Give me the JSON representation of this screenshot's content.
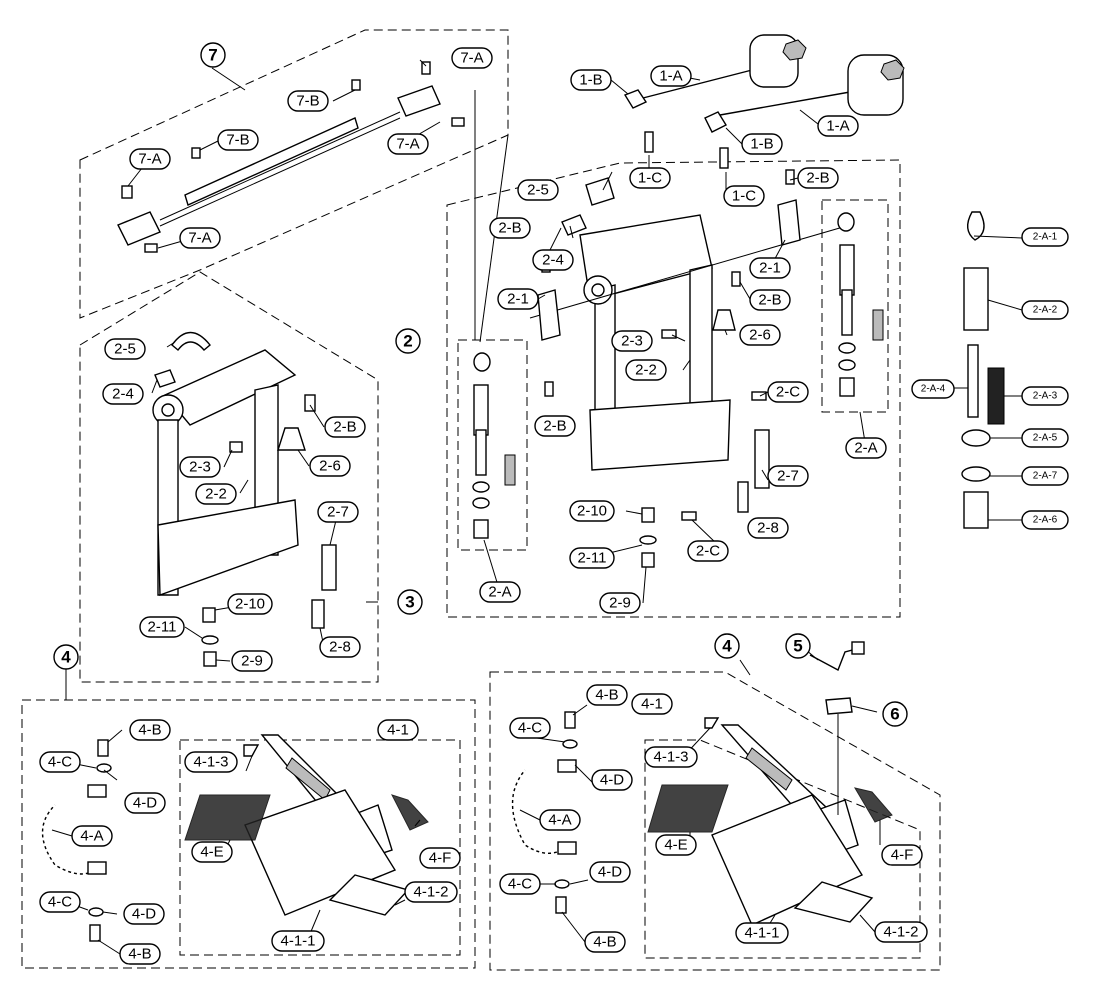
{
  "callouts": {
    "c_1A_top": "1-A",
    "c_1A_bottom": "1-A",
    "c_1B_left": "1-B",
    "c_1B_right": "1-B",
    "c_1C_left": "1-C",
    "c_1C_right": "1-C",
    "c_7": "7",
    "c_7A_1": "7-A",
    "c_7A_2": "7-A",
    "c_7A_3": "7-A",
    "c_7A_4": "7-A",
    "c_7B_1": "7-B",
    "c_7B_2": "7-B",
    "c_2": "2",
    "c_2_5": "2-5",
    "c_2B_a": "2-B",
    "c_2B_b": "2-B",
    "c_2B_c": "2-B",
    "c_2B_d": "2-B",
    "c_2_4": "2-4",
    "c_2_1_a": "2-1",
    "c_2_1_b": "2-1",
    "c_2_6": "2-6",
    "c_2_3": "2-3",
    "c_2_2": "2-2",
    "c_2C_a": "2-C",
    "c_2C_b": "2-C",
    "c_2A_a": "2-A",
    "c_2A_b": "2-A",
    "c_2_7": "2-7",
    "c_2_8": "2-8",
    "c_2_10": "2-10",
    "c_2_11": "2-11",
    "c_2_9": "2-9",
    "c_3": "3",
    "c_3_2_5": "2-5",
    "c_3_2_4": "2-4",
    "c_3_2B": "2-B",
    "c_3_2_6": "2-6",
    "c_3_2_3": "2-3",
    "c_3_2_2": "2-2",
    "c_3_2_7": "2-7",
    "c_3_2_10": "2-10",
    "c_3_2_11": "2-11",
    "c_3_2_8": "2-8",
    "c_3_2_9": "2-9",
    "c_2A1": "2-A-1",
    "c_2A2": "2-A-2",
    "c_2A3": "2-A-3",
    "c_2A4": "2-A-4",
    "c_2A5": "2-A-5",
    "c_2A7": "2-A-7",
    "c_2A6": "2-A-6",
    "c_4_left": "4",
    "c_4B_top_l": "4-B",
    "c_4C_top_l": "4-C",
    "c_4D_top_l": "4-D",
    "c_4A_l": "4-A",
    "c_4C_bot_l": "4-C",
    "c_4D_bot_l": "4-D",
    "c_4B_bot_l": "4-B",
    "c_4_1_l": "4-1",
    "c_4_1_3_l": "4-1-3",
    "c_4E_l": "4-E",
    "c_4F_l": "4-F",
    "c_4_1_2_l": "4-1-2",
    "c_4_1_1_l": "4-1-1",
    "c_4_right": "4",
    "c_5": "5",
    "c_6": "6",
    "c_4B_top_r": "4-B",
    "c_4C_top_r": "4-C",
    "c_4D_top_r": "4-D",
    "c_4A_r": "4-A",
    "c_4C_bot_r": "4-C",
    "c_4D_bot_r": "4-D",
    "c_4B_bot_r": "4-B",
    "c_4_1_r": "4-1",
    "c_4_1_3_r": "4-1-3",
    "c_4E_r": "4-E",
    "c_4F_r": "4-F",
    "c_4_1_2_r": "4-1-2",
    "c_4_1_1_r": "4-1-1"
  }
}
